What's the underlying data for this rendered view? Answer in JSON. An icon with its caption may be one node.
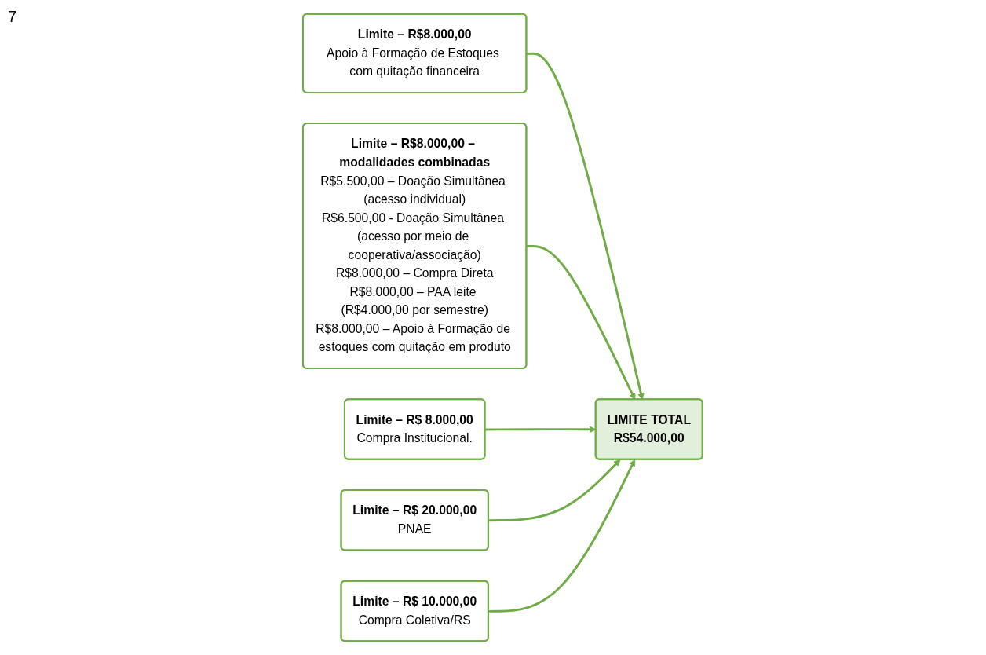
{
  "diagram": {
    "nodes": [
      {
        "text": [
          "Limite – R$8.000,00",
          "Apoio à Formação de Estoques com quitação financeira"
        ]
      },
      {
        "text": [
          "Limite – R$8.000,00 – modalidades combinadas",
          "R$5.500,00 – Doação Simultânea (acesso individual)",
          "R$6.500,00 - Doação Simultânea (acesso por meio de cooperativa/associação)",
          "R$8.000,00 – Compra Direta",
          "R$8.000,00 – PAA leite (R$4.000,00 por semestre)",
          "R$8.000,00 – Apoio à Formação de estoques com quitação em produto"
        ]
      },
      {
        "text": [
          "Limite – R$ 8.000,00",
          "Compra Institucional."
        ]
      },
      {
        "text": [
          "LIMITE TOTAL",
          "R$54.000,00"
        ]
      },
      {
        "text": [
          "Limite – R$ 20.000,00",
          "PNAE"
        ]
      },
      {
        "text": [
          "Limite – R$ 10.000,00",
          "Compra Coletiva/RS"
        ]
      }
    ],
    "edges": [
      {
        "from": 0,
        "to": 3,
        "arrow": "to"
      },
      {
        "from": 1,
        "to": 3,
        "arrow": "to"
      },
      {
        "from": 2,
        "to": 3,
        "arrow": "to"
      },
      {
        "from": 4,
        "to": 3,
        "arrow": "to"
      },
      {
        "from": 5,
        "to": 3,
        "arrow": "to"
      }
    ],
    "labels": [
      "7"
    ]
  }
}
